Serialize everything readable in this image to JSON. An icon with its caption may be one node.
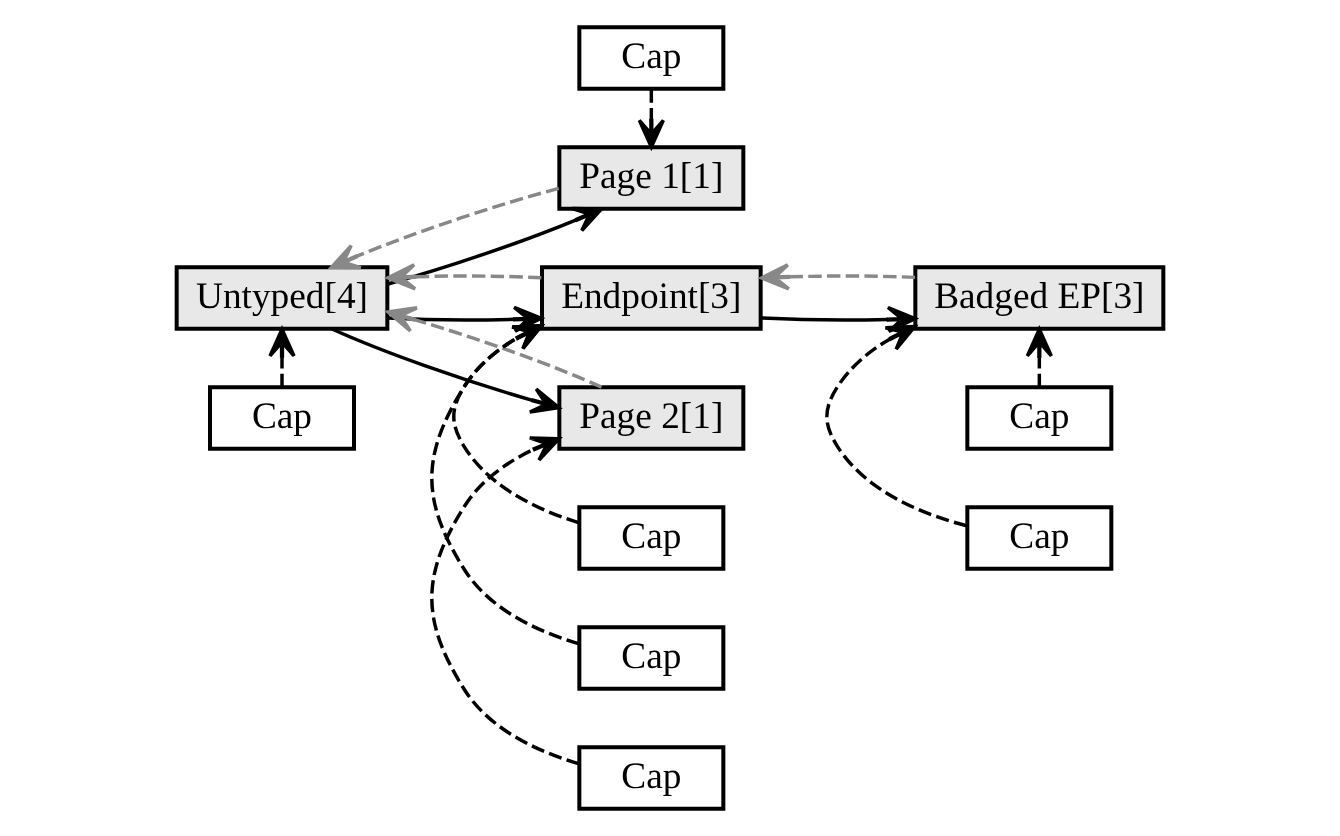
{
  "diagram": {
    "nodes": [
      {
        "text": [
          "Cap"
        ]
      },
      {
        "text": [
          "Cap"
        ]
      },
      {
        "text": [
          "Cap"
        ]
      },
      {
        "text": [
          "Page 1[1]"
        ]
      },
      {
        "text": [
          "Untyped[4]"
        ]
      },
      {
        "text": [
          "Endpoint[3]"
        ]
      },
      {
        "text": [
          "Badged EP[3]"
        ]
      },
      {
        "text": [
          "Page 2[1]"
        ]
      },
      {
        "text": [
          "Cap"
        ]
      },
      {
        "text": [
          "Cap"
        ]
      },
      {
        "text": [
          "Cap"
        ]
      },
      {
        "text": [
          "Cap"
        ]
      }
    ],
    "edges": [
      {
        "from": 0,
        "to": 3,
        "arrow": "to",
        "style": "dashed"
      },
      {
        "from": 1,
        "to": 5,
        "arrow": "to",
        "style": "dashed"
      },
      {
        "from": 2,
        "to": 6,
        "arrow": "to",
        "style": "dashed"
      },
      {
        "from": 4,
        "to": 3,
        "arrow": "to"
      },
      {
        "from": 3,
        "to": 4,
        "arrow": "to",
        "style": "dashed",
        "color": "#888888"
      },
      {
        "from": 4,
        "to": 5,
        "arrow": "to"
      },
      {
        "from": 5,
        "to": 4,
        "arrow": "to",
        "style": "dashed",
        "color": "#888888"
      },
      {
        "from": 4,
        "to": 7,
        "arrow": "to"
      },
      {
        "from": 7,
        "to": 4,
        "arrow": "to",
        "style": "dashed",
        "color": "#888888"
      },
      {
        "from": 5,
        "to": 6,
        "arrow": "to"
      },
      {
        "from": 6,
        "to": 5,
        "arrow": "to",
        "style": "dashed",
        "color": "#888888"
      },
      {
        "from": 8,
        "to": 4,
        "arrow": "to",
        "style": "dashed"
      },
      {
        "from": 9,
        "to": 7,
        "arrow": "to",
        "style": "dashed"
      },
      {
        "from": 10,
        "to": 5,
        "arrow": "to",
        "style": "dashed"
      },
      {
        "from": 11,
        "to": 6,
        "arrow": "to",
        "style": "dashed"
      }
    ]
  }
}
